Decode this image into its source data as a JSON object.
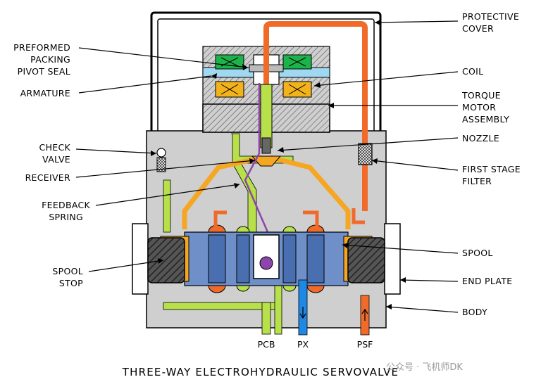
{
  "title": "THREE-WAY ELECTROHYDRAULIC SERVOVALVE",
  "watermark": "公众号 · 飞机师DK",
  "labels_left": {
    "preformed": [
      "PREFORMED",
      "PACKING",
      "PIVOT SEAL"
    ],
    "armature": "ARMATURE",
    "check_valve": [
      "CHECK",
      "VALVE"
    ],
    "receiver": "RECEIVER",
    "feedback_spring": [
      "FEEDBACK",
      "SPRING"
    ],
    "spool_stop": [
      "SPOOL",
      "STOP"
    ]
  },
  "labels_right": {
    "protective_cover": [
      "PROTECTIVE",
      "COVER"
    ],
    "coil": "COIL",
    "torque_motor": [
      "TORQUE",
      "MOTOR",
      "ASSEMBLY"
    ],
    "nozzle": "NOZZLE",
    "first_stage_filter": [
      "FIRST STAGE",
      "FILTER"
    ],
    "spool": "SPOOL",
    "end_plate": "END PLATE",
    "body": "BODY"
  },
  "ports": [
    "PCB",
    "PX",
    "PSF"
  ],
  "colors": {
    "supply_pressure": "#f06a2a",
    "control_pressure": "#f5a623",
    "return_pressure": "#b8e04a",
    "output_pressure": "#1e88e5",
    "spool": "#6f8fc9",
    "coil": "#1cb34a",
    "coil_lower": "#f2b21b",
    "feedback_spring": "#8e44ad",
    "body": "#cfcfcf"
  }
}
